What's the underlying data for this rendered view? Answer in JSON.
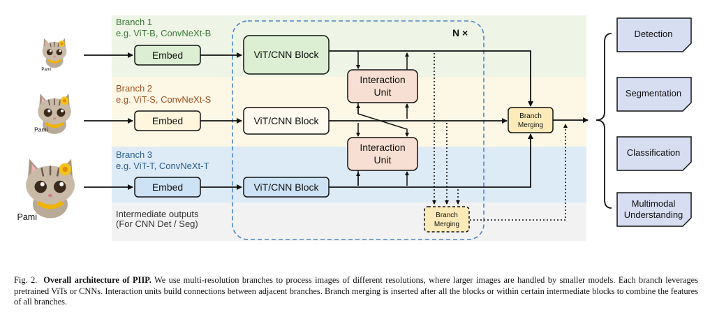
{
  "branches": [
    {
      "name": "Branch 1",
      "example": "e.g. ViT-B, ConvNeXt-B",
      "color": "#3a7a35",
      "bg": "#eef5e6",
      "embed_fill": "#dcefd2",
      "block_fill": "#dcefd2"
    },
    {
      "name": "Branch 2",
      "example": "e.g. ViT-S, ConvNeXt-S",
      "color": "#a0521d",
      "bg": "#fdf7e6",
      "embed_fill": "#fff6dd",
      "block_fill": "#fffaf0"
    },
    {
      "name": "Branch 3",
      "example": "e.g. ViT-T, ConvNeXt-T",
      "color": "#2a5d8f",
      "bg": "#ddebf6",
      "embed_fill": "#cde3f5",
      "block_fill": "#cde3f5"
    }
  ],
  "embed_label": "Embed",
  "block_label": "ViT/CNN Block",
  "interaction_label": [
    "Interaction",
    "Unit"
  ],
  "interaction_fill": "#f8dfd3",
  "repeat_label": "N ×",
  "merging_label": [
    "Branch",
    "Merging"
  ],
  "merging_fill": "#fcebb8",
  "intermediate_lines": [
    "Intermediate outputs",
    "(For CNN Det / Seg)"
  ],
  "intermediate_bg": "#f2f2f2",
  "mascot_label": "Pami",
  "outputs": [
    {
      "lines": [
        "Detection"
      ]
    },
    {
      "lines": [
        "Segmentation"
      ]
    },
    {
      "lines": [
        "Classification"
      ]
    },
    {
      "lines": [
        "Multimodal",
        "Understanding"
      ]
    }
  ],
  "output_fill": "#d7def2",
  "caption": {
    "prefix": "Fig. 2.",
    "bold": "Overall architecture of PIIP.",
    "text": "We use multi-resolution branches to process images of different resolutions, where larger images are handled by smaller models. Each branch leverages pretrained ViTs or CNNs. Interaction units build connections between adjacent branches. Branch merging is inserted after all the blocks or within certain intermediate blocks to combine the features of all branches."
  }
}
